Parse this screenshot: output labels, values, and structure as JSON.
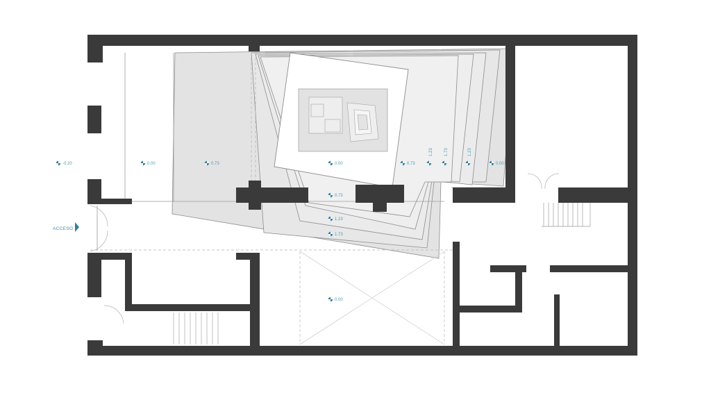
{
  "plan": {
    "access_label": "ACCESO",
    "levels": {
      "street": "-0.20",
      "entry": "0.00",
      "platform_left": "0.73",
      "center": "0.00",
      "right_a": "0.73",
      "right_b": "1.23",
      "right_c": "1.73",
      "right_d": "1.23",
      "right_e": "0.00",
      "lower_a": "0.73",
      "lower_b": "1.23",
      "lower_c": "1.73",
      "void": "0.00"
    }
  }
}
